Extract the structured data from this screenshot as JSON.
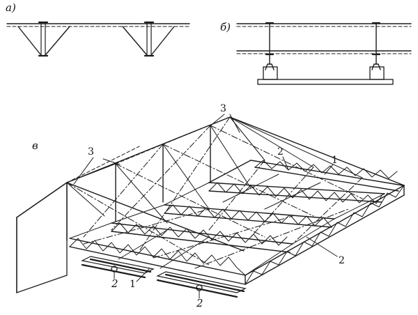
{
  "panels": {
    "a": {
      "label": "а)"
    },
    "b": {
      "label": "б)"
    },
    "v": {
      "label": "в"
    }
  },
  "callouts": {
    "c1_top": "3",
    "c2_mid": "3",
    "c3_right_top": "2",
    "c4_right_top": "1",
    "c5_right_bottom": "2",
    "c6_left_bottom": "1",
    "c7_left_wheel": "2",
    "c8_center_wheel": "2"
  }
}
